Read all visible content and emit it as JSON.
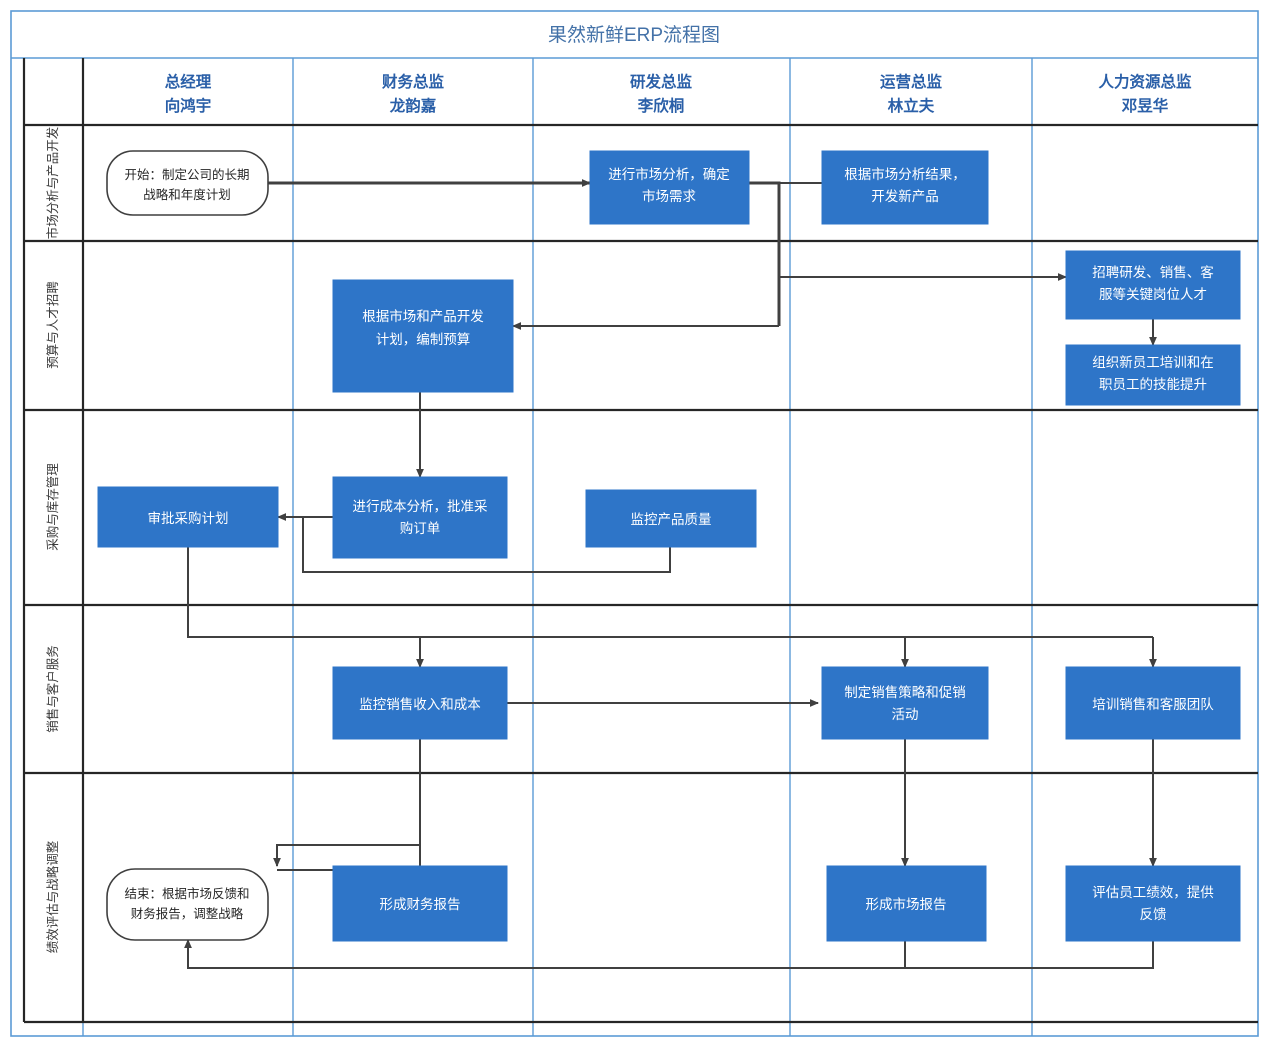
{
  "chart_data": {
    "type": "diagram",
    "diagram_kind": "cross-functional-swimlane-flowchart",
    "title": "果然新鲜ERP流程图",
    "colors": {
      "process_fill": "#2e75c8",
      "terminator_fill": "#ffffff",
      "lane_border": "#5b9bd5",
      "row_border": "#262626",
      "connector": "#404040",
      "title_text": "#4472a8",
      "header_text": "#2a5fa8",
      "process_text": "#ffffff"
    },
    "lanes": [
      {
        "id": "gm",
        "role": "总经理",
        "name": "向鸿宇"
      },
      {
        "id": "cfo",
        "role": "财务总监",
        "name": "龙韵嘉"
      },
      {
        "id": "cto",
        "role": "研发总监",
        "name": "李欣桐"
      },
      {
        "id": "coo",
        "role": "运营总监",
        "name": "林立夫"
      },
      {
        "id": "chro",
        "role": "人力资源总监",
        "name": "邓昱华"
      }
    ],
    "phases": [
      {
        "id": "p1",
        "label": "市场分析与产品开发"
      },
      {
        "id": "p2",
        "label": "预算与人才招聘"
      },
      {
        "id": "p3",
        "label": "采购与库存管理"
      },
      {
        "id": "p4",
        "label": "销售与客户服务"
      },
      {
        "id": "p5",
        "label": "绩效评估与战略调整"
      }
    ],
    "nodes": [
      {
        "id": "n1",
        "shape": "terminator",
        "lane": "gm",
        "phase": "p1",
        "lines": [
          "开始：制定公司的长期",
          "战略和年度计划"
        ]
      },
      {
        "id": "n2",
        "shape": "process",
        "lane": "cto",
        "phase": "p1",
        "lines": [
          "进行市场分析，确定",
          "市场需求"
        ]
      },
      {
        "id": "n3",
        "shape": "process",
        "lane": "coo",
        "phase": "p1",
        "lines": [
          "根据市场分析结果，",
          "开发新产品"
        ]
      },
      {
        "id": "n4",
        "shape": "process",
        "lane": "cfo",
        "phase": "p2",
        "lines": [
          "根据市场和产品开发",
          "计划，编制预算"
        ]
      },
      {
        "id": "n5",
        "shape": "process",
        "lane": "chro",
        "phase": "p2",
        "lines": [
          "招聘研发、销售、客",
          "服等关键岗位人才"
        ]
      },
      {
        "id": "n6",
        "shape": "process",
        "lane": "chro",
        "phase": "p2",
        "lines": [
          "组织新员工培训和在",
          "职员工的技能提升"
        ]
      },
      {
        "id": "n7",
        "shape": "process",
        "lane": "gm",
        "phase": "p3",
        "lines": [
          "审批采购计划"
        ]
      },
      {
        "id": "n8",
        "shape": "process",
        "lane": "cfo",
        "phase": "p3",
        "lines": [
          "进行成本分析，批准采",
          "购订单"
        ]
      },
      {
        "id": "n9",
        "shape": "process",
        "lane": "cto",
        "phase": "p3",
        "lines": [
          "监控产品质量"
        ]
      },
      {
        "id": "n10",
        "shape": "process",
        "lane": "cfo",
        "phase": "p4",
        "lines": [
          "监控销售收入和成本"
        ]
      },
      {
        "id": "n11",
        "shape": "process",
        "lane": "coo",
        "phase": "p4",
        "lines": [
          "制定销售策略和促销",
          "活动"
        ]
      },
      {
        "id": "n12",
        "shape": "process",
        "lane": "chro",
        "phase": "p4",
        "lines": [
          "培训销售和客服团队"
        ]
      },
      {
        "id": "n13",
        "shape": "terminator",
        "lane": "gm",
        "phase": "p5",
        "lines": [
          "结束：根据市场反馈和",
          "财务报告，调整战略"
        ]
      },
      {
        "id": "n14",
        "shape": "process",
        "lane": "cfo",
        "phase": "p5",
        "lines": [
          "形成财务报告"
        ]
      },
      {
        "id": "n15",
        "shape": "process",
        "lane": "coo",
        "phase": "p5",
        "lines": [
          "形成市场报告"
        ]
      },
      {
        "id": "n16",
        "shape": "process",
        "lane": "chro",
        "phase": "p5",
        "lines": [
          "评估员工绩效，提供",
          "反馈"
        ]
      }
    ],
    "edges": [
      {
        "from": "n1",
        "to": "n2"
      },
      {
        "from": "n2",
        "to": "n3"
      },
      {
        "from": "n2",
        "to": "n5"
      },
      {
        "from": "n2",
        "to": "n4"
      },
      {
        "from": "n5",
        "to": "n6"
      },
      {
        "from": "n4",
        "to": "n8"
      },
      {
        "from": "n8",
        "to": "n7"
      },
      {
        "from": "n9",
        "to": "n7"
      },
      {
        "from": "n7",
        "to": "n10"
      },
      {
        "from": "n7",
        "to": "n11"
      },
      {
        "from": "n7",
        "to": "n12"
      },
      {
        "from": "n10",
        "to": "n11"
      },
      {
        "from": "n10",
        "to": "n14"
      },
      {
        "from": "n11",
        "to": "n15"
      },
      {
        "from": "n12",
        "to": "n16"
      },
      {
        "from": "n14",
        "to": "n13"
      },
      {
        "from": "n15",
        "to": "n13"
      },
      {
        "from": "n16",
        "to": "n13"
      }
    ]
  }
}
